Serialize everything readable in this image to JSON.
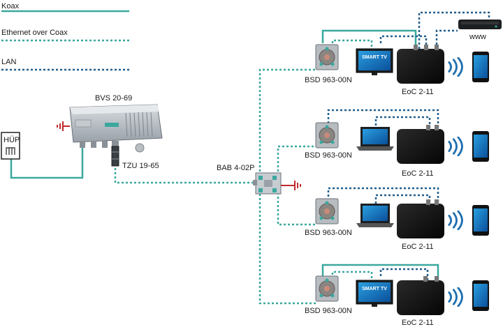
{
  "legend": {
    "coax": "Koax",
    "eoc": "Ethernet over Coax",
    "lan": "LAN"
  },
  "colors": {
    "coax": "#3aa89e",
    "eoc": "#3aa89e",
    "lan": "#1f5e8e",
    "ground": "#c0282d"
  },
  "devices": {
    "hup": "HÜP",
    "amplifier": "BVS 20-69",
    "attenuator": "TZU 19-65",
    "splitter": "BAB 4-02P",
    "outlet": "BSD 963-00N",
    "eoc": "EoC 2-11",
    "internet": "www",
    "smart_tv": "SMART TV"
  },
  "branches": [
    {
      "outlet": "BSD 963-00N",
      "endpoint": "smart-tv",
      "adapter": "EoC 2-11"
    },
    {
      "outlet": "BSD 963-00N",
      "endpoint": "laptop",
      "adapter": "EoC 2-11"
    },
    {
      "outlet": "BSD 963-00N",
      "endpoint": "laptop",
      "adapter": "EoC 2-11"
    },
    {
      "outlet": "BSD 963-00N",
      "endpoint": "smart-tv",
      "adapter": "EoC 2-11"
    }
  ]
}
